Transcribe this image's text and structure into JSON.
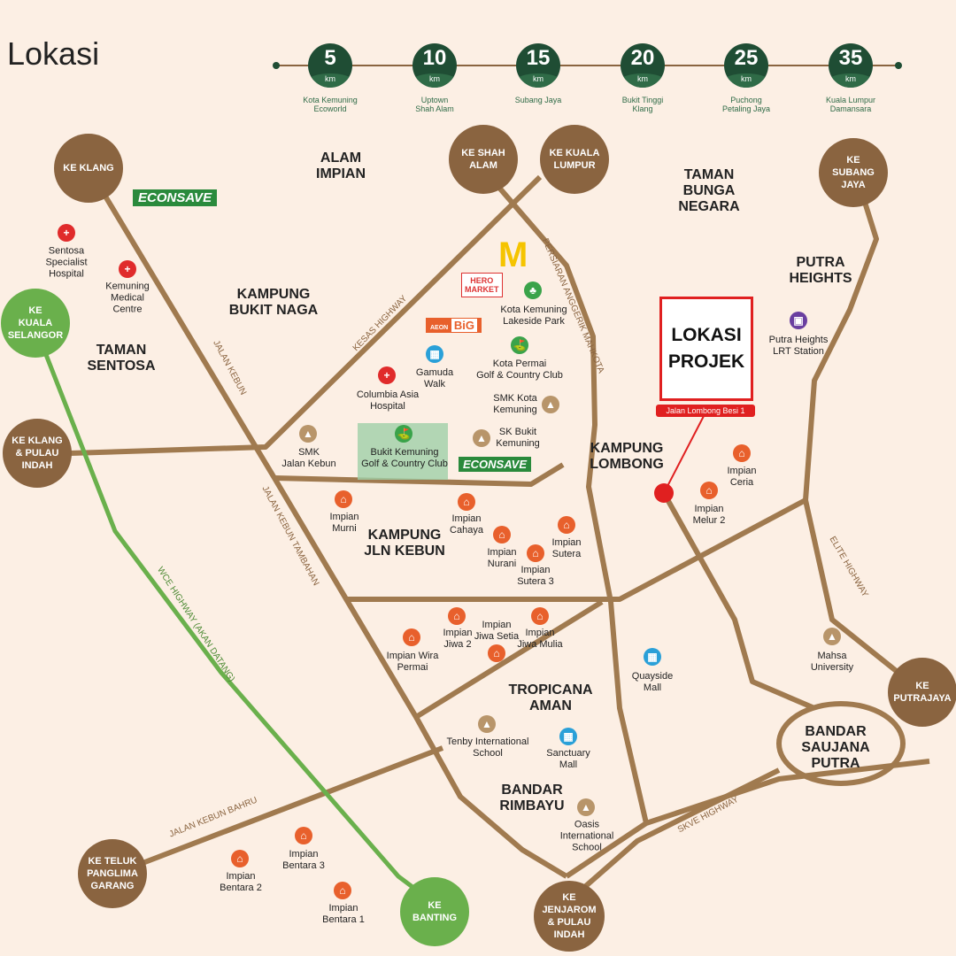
{
  "title": "Lokasi",
  "distances": [
    {
      "value": "5",
      "unit": "km",
      "label": "Kota Kemuning\nEcoworld"
    },
    {
      "value": "10",
      "unit": "km",
      "label": "Uptown\nShah Alam"
    },
    {
      "value": "15",
      "unit": "km",
      "label": "Subang Jaya"
    },
    {
      "value": "20",
      "unit": "km",
      "label": "Bukit Tinggi\nKlang"
    },
    {
      "value": "25",
      "unit": "km",
      "label": "Puchong\nPetaling Jaya"
    },
    {
      "value": "35",
      "unit": "km",
      "label": "Kuala Lumpur\nDamansara"
    }
  ],
  "destinations": [
    "KE KLANG",
    "KE SHAH\nALAM",
    "KE KUALA\nLUMPUR",
    "KE\nSUBANG\nJAYA",
    "KE\nKUALA\nSELANGOR",
    "KE KLANG\n& PULAU\nINDAH",
    "KE\nPUTRAJAYA",
    "KE TELUK\nPANGLIMA\nGARANG",
    "KE\nBANTING",
    "KE\nJENJAROM\n& PULAU\nINDAH"
  ],
  "areas": [
    "ALAM\nIMPIAN",
    "TAMAN\nBUNGA\nNEGARA",
    "PUTRA\nHEIGHTS",
    "KAMPUNG\nBUKIT NAGA",
    "TAMAN\nSENTOSA",
    "KAMPUNG\nLOMBONG",
    "KAMPUNG\nJLN KEBUN",
    "TROPICANA\nAMAN",
    "BANDAR\nSAUJANA\nPUTRA",
    "BANDAR\nRIMBAYU"
  ],
  "places": [
    "Sentosa\nSpecialist\nHospital",
    "Kemuning\nMedical\nCentre",
    "Kota Kemuning\nLakeside Park",
    "Kota Permai\nGolf & Country Club",
    "Gamuda\nWalk",
    "Columbia Asia\nHospital",
    "SMK Kota\nKemuning",
    "SK Bukit\nKemuning",
    "SMK\nJalan Kebun",
    "Bukit Kemuning\nGolf & Country Club",
    "Putra Heights\nLRT Station",
    "Impian\nCeria",
    "Impian\nMelur 2",
    "Impian\nMurni",
    "Impian\nCahaya",
    "Impian\nNurani",
    "Impian\nSutera",
    "Impian\nSutera 3",
    "Impian\nJiwa 2",
    "Impian\nJiwa Setia",
    "Impian\nJiwa Mulia",
    "Impian Wira\nPermai",
    "Quayside\nMall",
    "Mahsa\nUniversity",
    "Tenby International\nSchool",
    "Sanctuary\nMall",
    "Oasis\nInternational\nSchool",
    "Impian\nBentara 3",
    "Impian\nBentara 2",
    "Impian\nBentara 1"
  ],
  "roads": [
    "KESAS HIGHWAY",
    "JALAN KEBUN",
    "JALAN KEBUN TAMBAHAN",
    "PERSIARAN ANGGERIK MAHKOTA",
    "ELITE HIGHWAY",
    "WCE HIGHWAY (AKAN DATANG)",
    "JALAN KEBUN BAHRU",
    "SKVE HIGHWAY"
  ],
  "brands": {
    "econsave": "ECONSAVE",
    "hero": "HERO\nMARKET",
    "aeon": "AEON",
    "big": "BiG"
  },
  "project": {
    "label": "LOKASI\nPROJEK",
    "road": "Jalan Lombong Besi 1",
    "color": "#e02020"
  },
  "colors": {
    "background": "#fcefe4",
    "road": "#a07a4f",
    "destination": "#8a6440",
    "wce": "#6ab04c",
    "distance": "#1f4d34"
  }
}
